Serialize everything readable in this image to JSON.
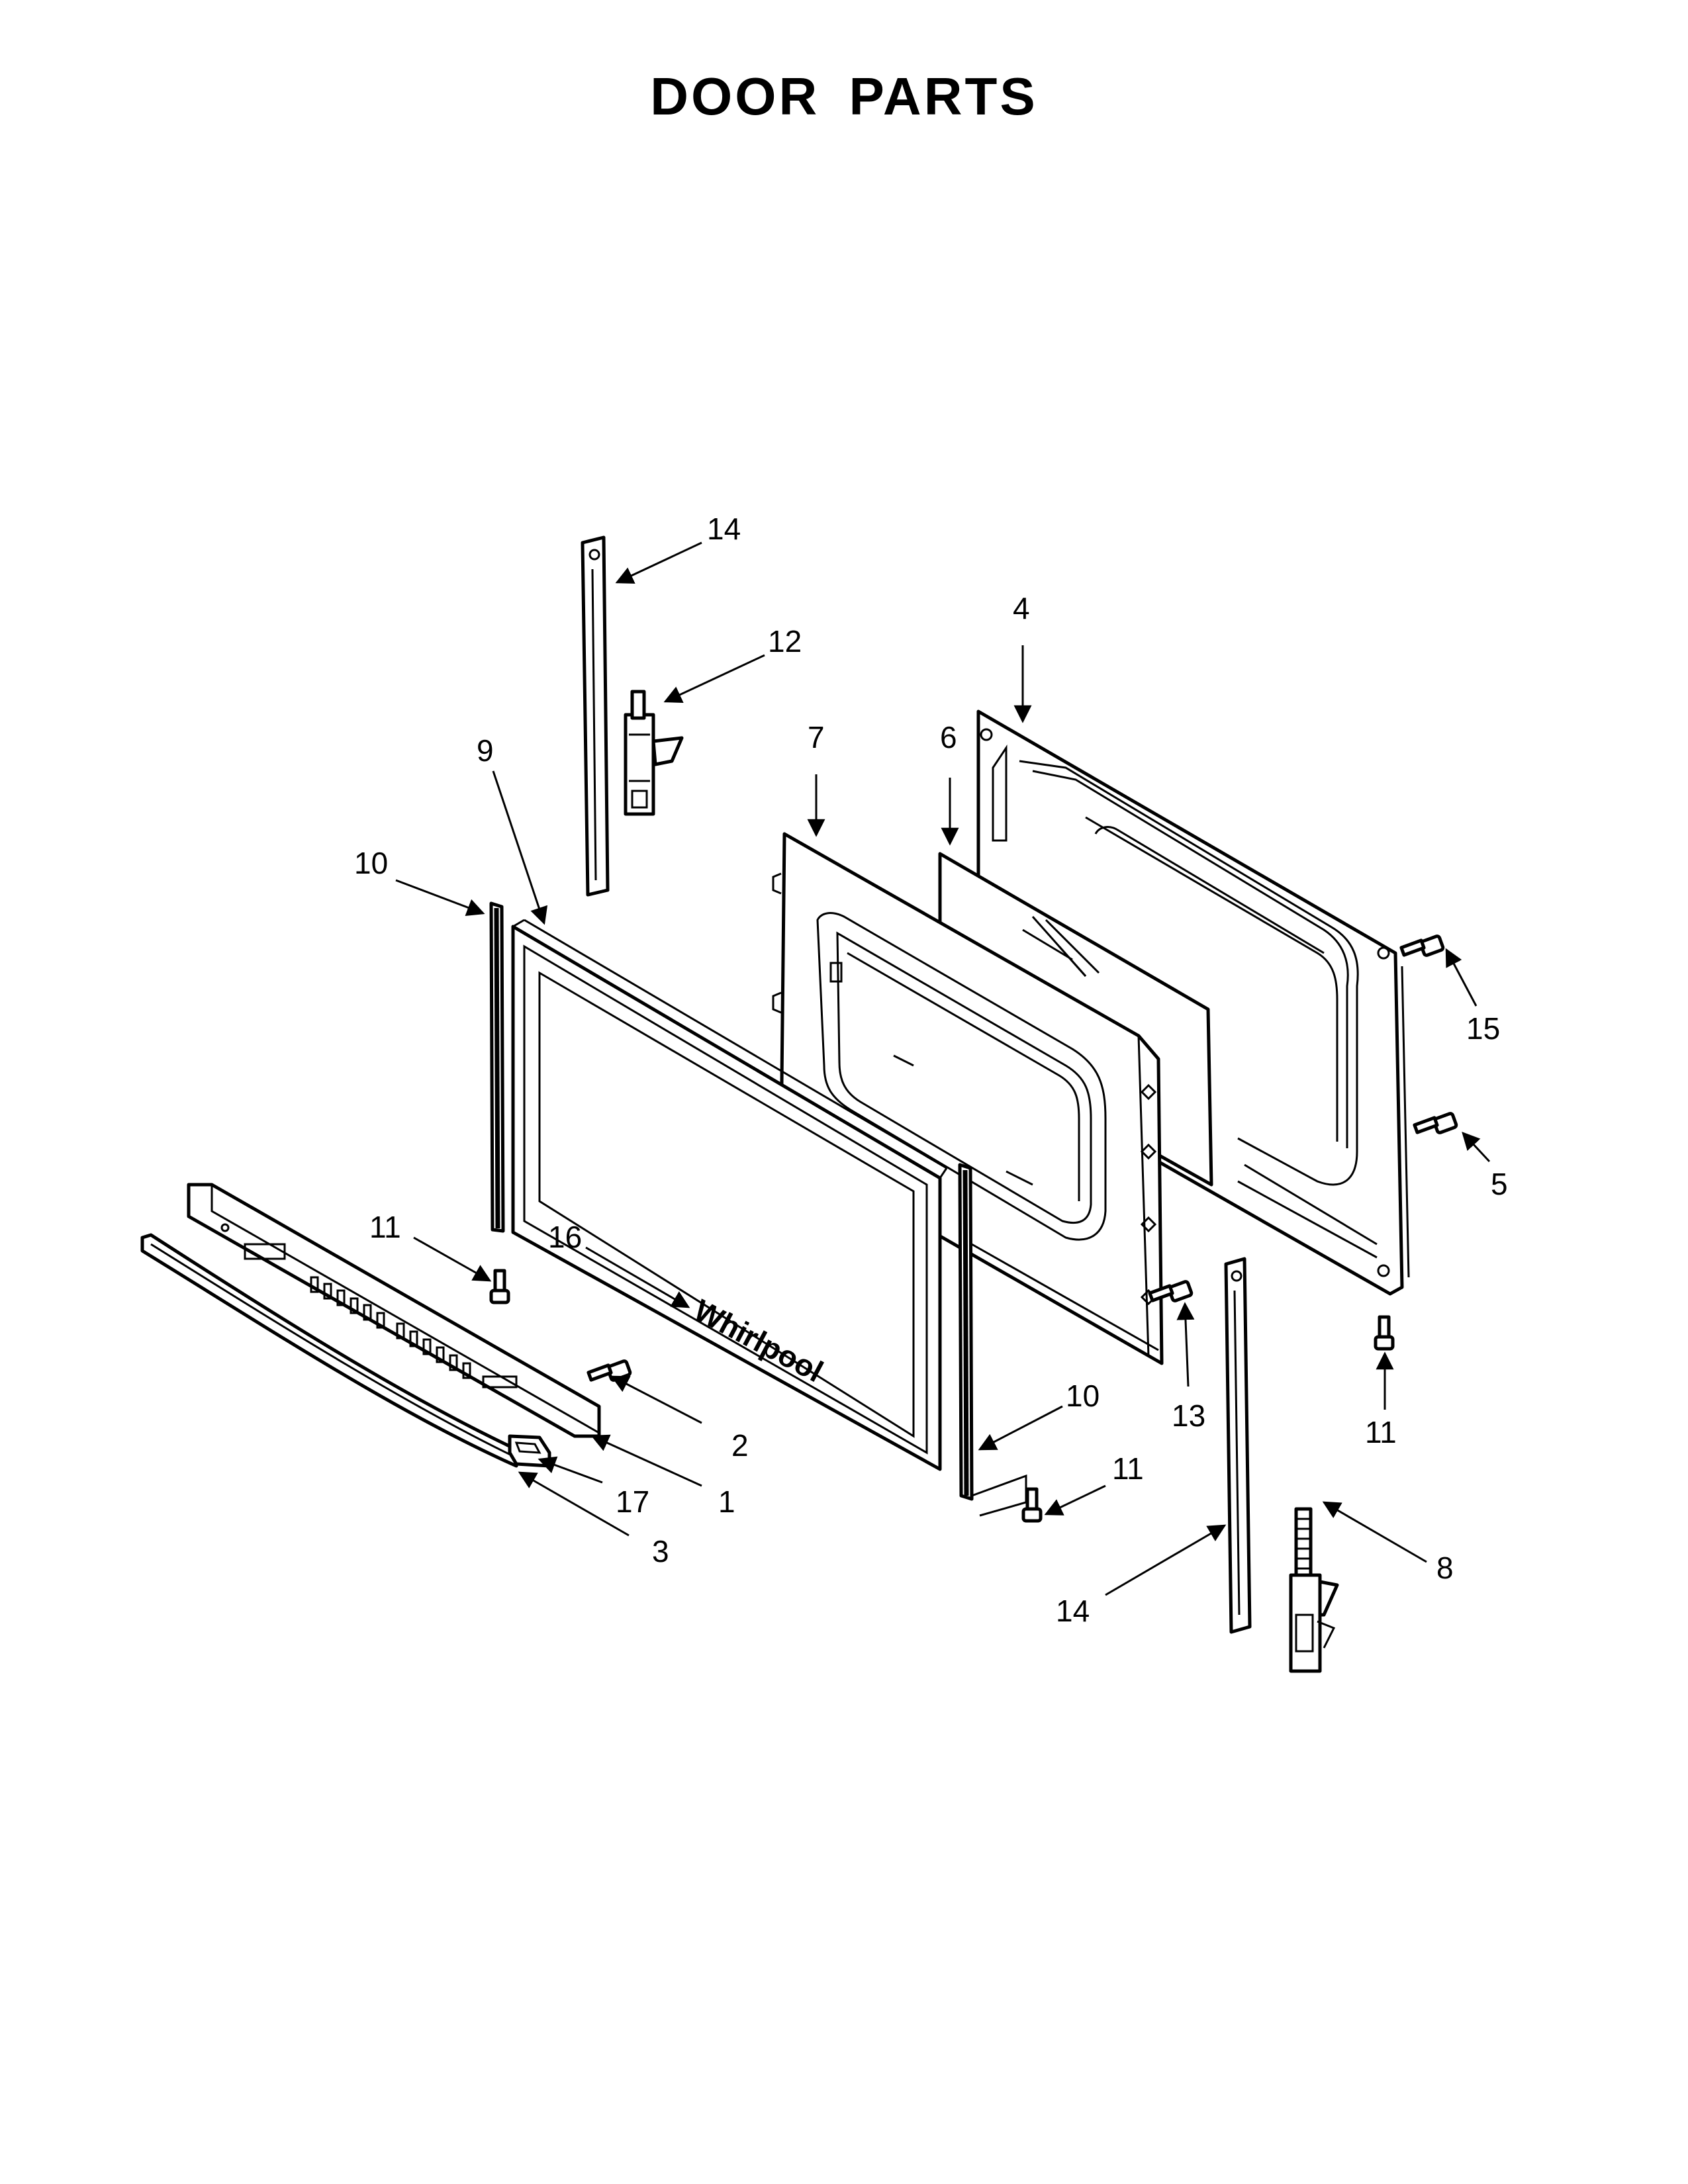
{
  "title": "DOOR PARTS",
  "brand_logo_text": "Whirlpool",
  "callouts": [
    {
      "id": "c14a",
      "label": "14"
    },
    {
      "id": "c12",
      "label": "12"
    },
    {
      "id": "c4",
      "label": "4"
    },
    {
      "id": "c9",
      "label": "9"
    },
    {
      "id": "c7",
      "label": "7"
    },
    {
      "id": "c6",
      "label": "6"
    },
    {
      "id": "c10a",
      "label": "10"
    },
    {
      "id": "c15",
      "label": "15"
    },
    {
      "id": "c5",
      "label": "5"
    },
    {
      "id": "c11a",
      "label": "11"
    },
    {
      "id": "c16",
      "label": "16"
    },
    {
      "id": "c13",
      "label": "13"
    },
    {
      "id": "c11b",
      "label": "11"
    },
    {
      "id": "c2",
      "label": "2"
    },
    {
      "id": "c10b",
      "label": "10"
    },
    {
      "id": "c11c",
      "label": "11"
    },
    {
      "id": "c17",
      "label": "17"
    },
    {
      "id": "c1",
      "label": "1"
    },
    {
      "id": "c8",
      "label": "8"
    },
    {
      "id": "c3",
      "label": "3"
    },
    {
      "id": "c14b",
      "label": "14"
    }
  ]
}
